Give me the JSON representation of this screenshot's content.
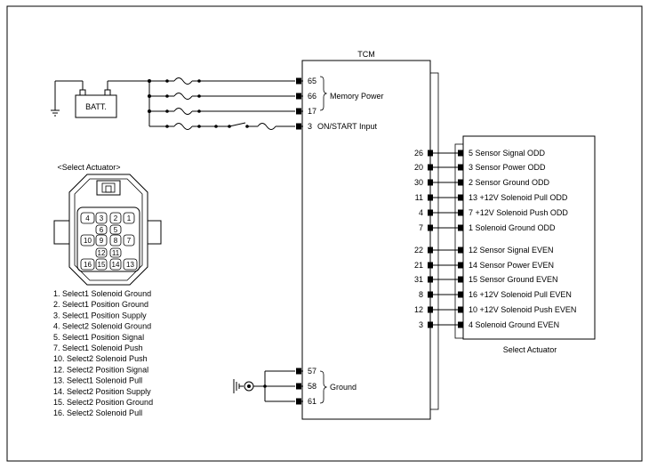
{
  "tcm_title": "TCM",
  "battery_label": "BATT.",
  "select_actuator_header": "<Select Actuator>",
  "select_actuator_footer": "Select Actuator",
  "memory_power_label": "Memory Power",
  "ground_label": "Ground",
  "tcm_left_pins": [
    {
      "pin": "65",
      "label": ""
    },
    {
      "pin": "66",
      "label": ""
    },
    {
      "pin": "17",
      "label": ""
    },
    {
      "pin": "3",
      "label": "ON/START Input"
    },
    {
      "pin": "57",
      "label": ""
    },
    {
      "pin": "58",
      "label": ""
    },
    {
      "pin": "61",
      "label": ""
    }
  ],
  "tcm_right_pins": [
    {
      "tcm_pin": "26",
      "act_label": "5 Sensor Signal ODD"
    },
    {
      "tcm_pin": "20",
      "act_label": "3 Sensor Power ODD"
    },
    {
      "tcm_pin": "30",
      "act_label": "2 Sensor Ground ODD"
    },
    {
      "tcm_pin": "11",
      "act_label": "13 +12V Solenoid Pull ODD"
    },
    {
      "tcm_pin": "4",
      "act_label": "7 +12V Solenoid Push ODD"
    },
    {
      "tcm_pin": "7",
      "act_label": "1 Solenoid Ground ODD"
    },
    {
      "tcm_pin": "22",
      "act_label": "12 Sensor Signal EVEN"
    },
    {
      "tcm_pin": "21",
      "act_label": "14 Sensor Power EVEN"
    },
    {
      "tcm_pin": "31",
      "act_label": "15 Sensor Ground EVEN"
    },
    {
      "tcm_pin": "8",
      "act_label": "16 +12V Solenoid Pull EVEN"
    },
    {
      "tcm_pin": "12",
      "act_label": "10 +12V Solenoid Push EVEN"
    },
    {
      "tcm_pin": "3",
      "act_label": "4 Solenoid Ground EVEN"
    }
  ],
  "connector_pins": [
    "4",
    "3",
    "2",
    "1",
    "6",
    "5",
    "10",
    "9",
    "8",
    "7",
    "12",
    "11",
    "16",
    "15",
    "14",
    "13"
  ],
  "pin_legend": [
    "1. Select1 Solenoid Ground",
    "2. Select1 Position Ground",
    "3. Select1 Position Supply",
    "4. Select2 Solenoid Ground",
    "5. Select1 Position Signal",
    "7. Select1 Solenoid Push",
    "10. Select2 Solenoid Push",
    "12. Select2 Position Signal",
    "13. Select1 Solenoid Pull",
    "14. Select2 Position Supply",
    "15. Select2 Position Ground",
    "16. Select2 Solenoid Pull"
  ]
}
